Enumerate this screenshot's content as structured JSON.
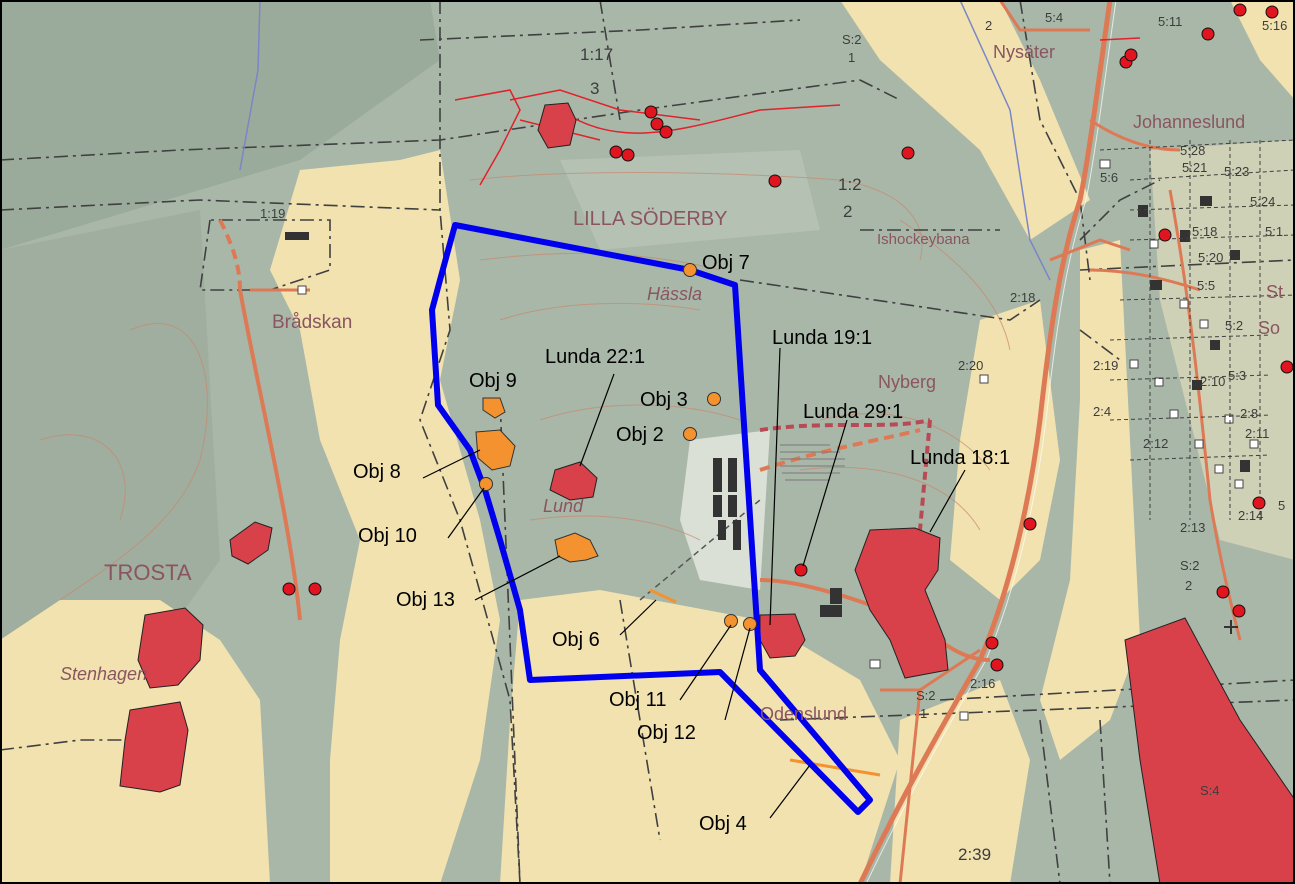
{
  "colors": {
    "forest": "#a9b7a8",
    "forest_dark": "#95a595",
    "field": "#f1e2b0",
    "field_light": "#f6ecc4",
    "study_area": "#0000ee",
    "ancient_site": "#d8404a",
    "new_object": "#f3922e",
    "point_red": "#e0151f",
    "road": "#dd7a55",
    "boundary": "#404040",
    "red_line": "#e0222a",
    "label_place": "#8a5560"
  },
  "places": {
    "lilla_soderby": "LILLA SÖDERBY",
    "hassla": "Hässla",
    "nybery": "Nyberg",
    "bradskan": "Brådskan",
    "trosta": "TROSTA",
    "stenhagen": "Stenhagen",
    "lund": "Lund",
    "odenslund": "Odenslund",
    "nysater": "Nysäter",
    "johanneslund": "Johanneslund",
    "ishockeybana": "Ishockeybana",
    "st": "St",
    "so": "So"
  },
  "objects": {
    "obj2": "Obj 2",
    "obj3": "Obj 3",
    "obj4": "Obj 4",
    "obj6": "Obj 6",
    "obj7": "Obj 7",
    "obj8": "Obj 8",
    "obj9": "Obj 9",
    "obj10": "Obj 10",
    "obj11": "Obj 11",
    "obj12": "Obj 12",
    "obj13": "Obj 13"
  },
  "sites": {
    "lunda_22_1": "Lunda 22:1",
    "lunda_19_1": "Lunda 19:1",
    "lunda_29_1": "Lunda 29:1",
    "lunda_18_1": "Lunda 18:1"
  },
  "parcels": {
    "p1_17": "1:17",
    "p3": "3",
    "p1_2": "1:2",
    "p2": "2",
    "p1_19": "1:19",
    "ps2_top": "S:2",
    "ps2_top_1": "1",
    "p2_18": "2:18",
    "p2_20": "2:20",
    "p2_19": "2:19",
    "p2_4": "2:4",
    "p2_12": "2:12",
    "p2_13": "2:13",
    "p2_14": "2:14",
    "p2_8": "2:8",
    "p2_11": "2:11",
    "p2_10": "2:10",
    "ps2_right": "S:2",
    "ps2_right_2": "2",
    "ps2_bottom": "S:2",
    "ps2_bottom_1": "1",
    "p2_16": "2:16",
    "p2_39": "2:39",
    "p5_28": "5:28",
    "p5_21": "5:21",
    "p5_23": "5:23",
    "p5_6": "5:6",
    "p5_24": "5:24",
    "p5_18": "5:18",
    "p5_20": "5:20",
    "p5_1": "5:1",
    "p5_11": "5:11",
    "p5_16": "5:16",
    "p5_4": "5:4",
    "p5_5": "5:5",
    "p5_3": "5:3",
    "p5_2": "5:2",
    "p5": "5",
    "ps4": "S:4",
    "p2_top": "2"
  }
}
